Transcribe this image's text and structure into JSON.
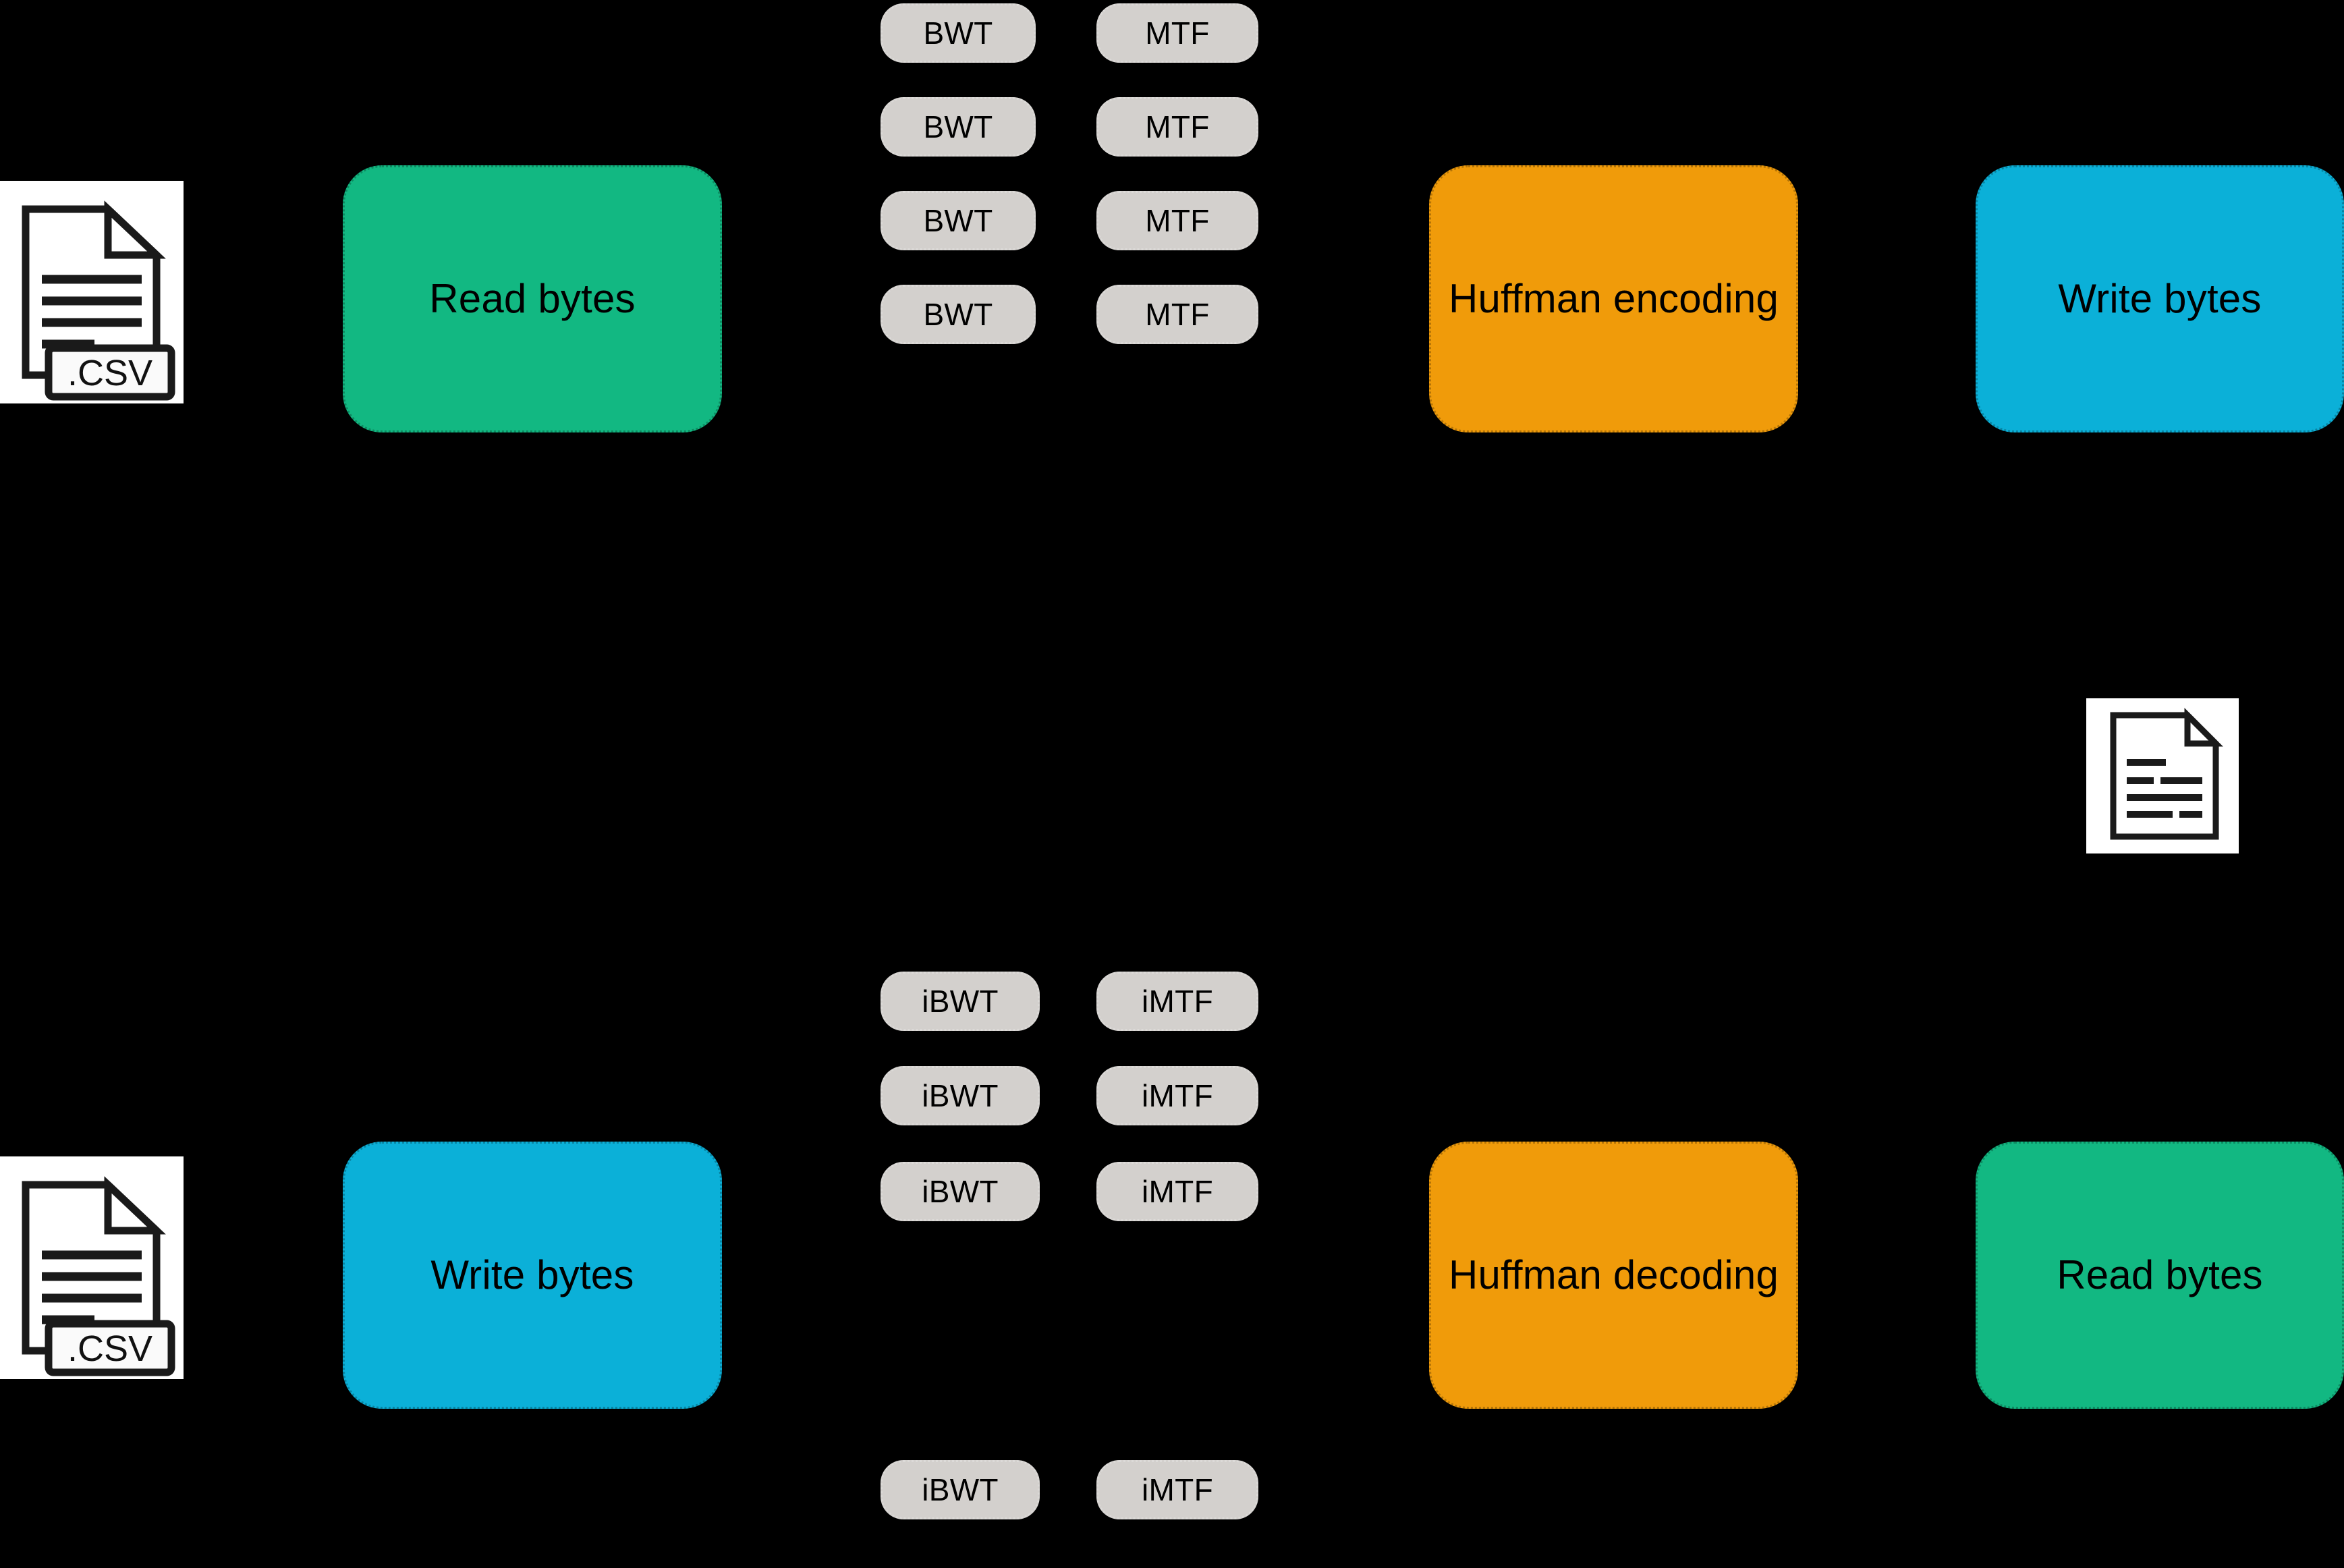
{
  "diagram": {
    "background_color": "#000000",
    "palette": {
      "green": "#12B882",
      "cyan": "#0BB0D8",
      "orange": "#F09B0A",
      "chip_gray": "#D3D0CD",
      "icon_white": "#FFFFFF",
      "text": "#000000"
    }
  },
  "compression_pipeline": {
    "input_file": {
      "extension_label": ".CSV",
      "icon": "csv-file-icon"
    },
    "read_stage": {
      "label": "Read bytes",
      "color": "#12B882"
    },
    "bwt_chips": [
      {
        "label": "BWT"
      },
      {
        "label": "BWT"
      },
      {
        "label": "BWT"
      },
      {
        "label": "BWT"
      }
    ],
    "mtf_chips": [
      {
        "label": "MTF"
      },
      {
        "label": "MTF"
      },
      {
        "label": "MTF"
      },
      {
        "label": "MTF"
      }
    ],
    "huffman_stage": {
      "label": "Huffman encoding",
      "color": "#F09B0A"
    },
    "write_stage": {
      "label": "Write bytes",
      "color": "#0BB0D8"
    }
  },
  "intermediate_file": {
    "icon": "document-file-icon"
  },
  "decompression_pipeline": {
    "output_file": {
      "extension_label": ".CSV",
      "icon": "csv-file-icon"
    },
    "write_stage": {
      "label": "Write bytes",
      "color": "#0BB0D8"
    },
    "ibwt_chips": [
      {
        "label": "iBWT"
      },
      {
        "label": "iBWT"
      },
      {
        "label": "iBWT"
      },
      {
        "label": "iBWT"
      }
    ],
    "imtf_chips": [
      {
        "label": "iMTF"
      },
      {
        "label": "iMTF"
      },
      {
        "label": "iMTF"
      },
      {
        "label": "iMTF"
      }
    ],
    "huffman_stage": {
      "label": "Huffman decoding",
      "color": "#F09B0A"
    },
    "read_stage": {
      "label": "Read bytes",
      "color": "#12B882"
    }
  }
}
